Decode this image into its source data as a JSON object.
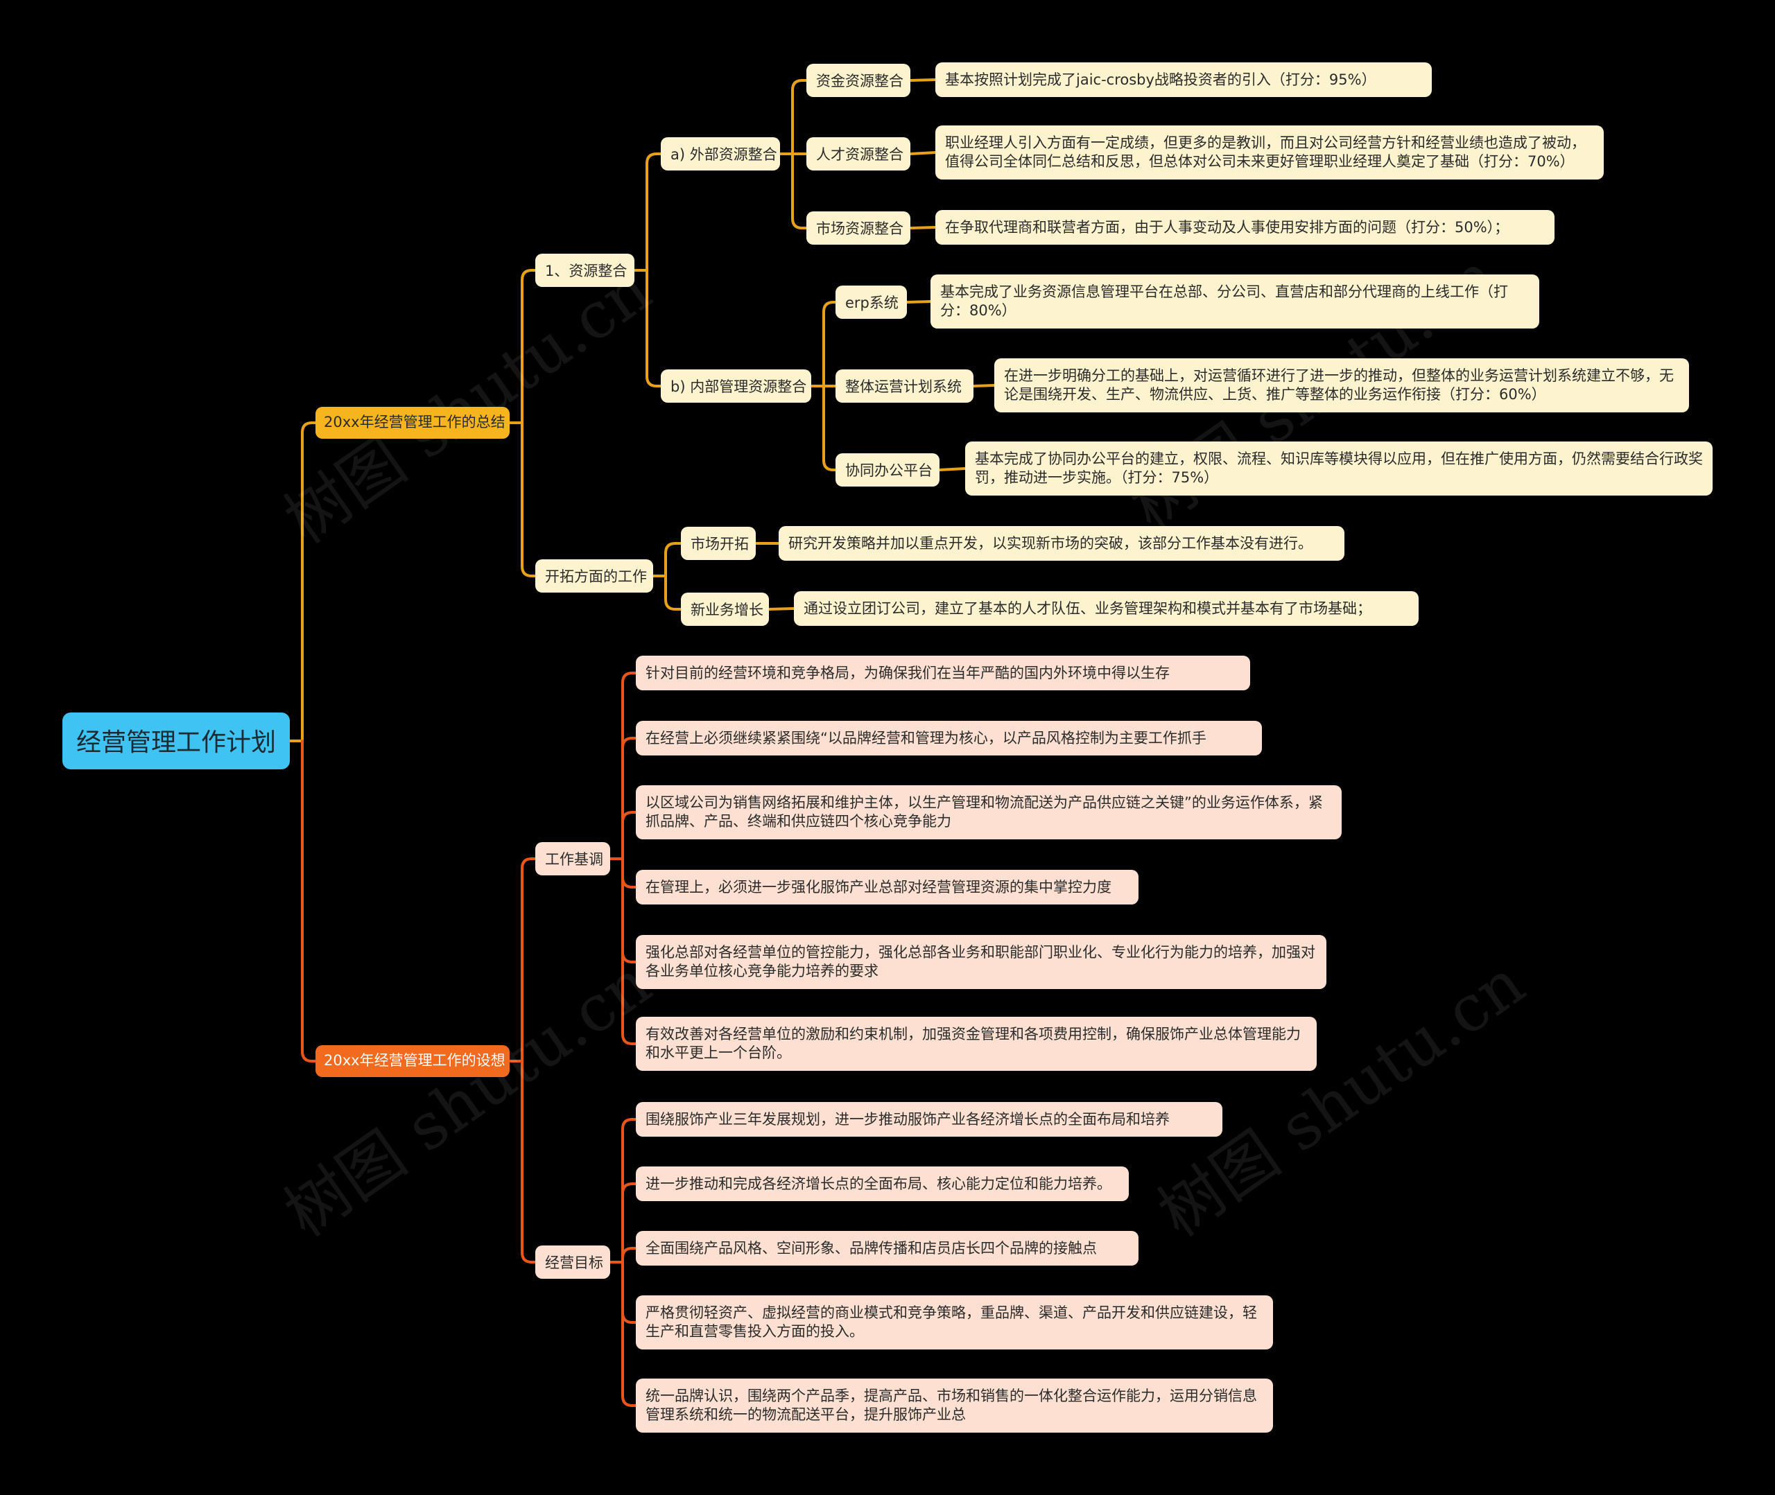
{
  "title": "经营管理工作计划",
  "colors": {
    "background": "#000000",
    "root": "#3fc3f2",
    "branch_summary": "#f6b51e",
    "branch_plan": "#f26a1e",
    "leaf_summary": "#fdf3cf",
    "leaf_plan": "#fde0d1",
    "line_summary": "#e8a21a",
    "line_plan": "#e8561c"
  },
  "watermark": "树图 shutu.cn",
  "branches": {
    "summary": {
      "label": "20xx年经营管理工作的总结",
      "resource": {
        "label": "1、资源整合",
        "external": {
          "label": "a) 外部资源整合",
          "capital": {
            "label": "资金资源整合",
            "detail": "基本按照计划完成了jaic-crosby战略投资者的引入（打分：95%）"
          },
          "talent": {
            "label": "人才资源整合",
            "detail": "职业经理人引入方面有一定成绩，但更多的是教训，而且对公司经营方针和经营业绩也造成了被动，值得公司全体同仁总结和反思，但总体对公司未来更好管理职业经理人奠定了基础（打分：70%）"
          },
          "market": {
            "label": "市场资源整合",
            "detail": "在争取代理商和联营者方面，由于人事变动及人事使用安排方面的问题（打分：50%）；"
          }
        },
        "internal": {
          "label": "b) 内部管理资源整合",
          "erp": {
            "label": "erp系统",
            "detail": "基本完成了业务资源信息管理平台在总部、分公司、直营店和部分代理商的上线工作（打分：80%）"
          },
          "ops": {
            "label": "整体运营计划系统",
            "detail": "在进一步明确分工的基础上，对运营循环进行了进一步的推动，但整体的业务运营计划系统建立不够，无论是围绕开发、生产、物流供应、上货、推广等整体的业务运作衔接（打分：60%）"
          },
          "office": {
            "label": "协同办公平台",
            "detail": "基本完成了协同办公平台的建立，权限、流程、知识库等模块得以应用，但在推广使用方面，仍然需要结合行政奖罚，推动进一步实施。（打分：75%）"
          }
        }
      },
      "expand": {
        "label": "开拓方面的工作",
        "market": {
          "label": "市场开拓",
          "detail": "研究开发策略并加以重点开发，以实现新市场的突破，该部分工作基本没有进行。"
        },
        "newbiz": {
          "label": "新业务增长",
          "detail": "通过设立团订公司，建立了基本的人才队伍、业务管理架构和模式并基本有了市场基础；"
        }
      }
    },
    "plan": {
      "label": "20xx年经营管理工作的设想",
      "tone": {
        "label": "工作基调",
        "items": [
          "针对目前的经营环境和竞争格局，为确保我们在当年严酷的国内外环境中得以生存",
          "在经营上必须继续紧紧围绕“以品牌经营和管理为核心，以产品风格控制为主要工作抓手",
          "以区域公司为销售网络拓展和维护主体，以生产管理和物流配送为产品供应链之关键”的业务运作体系，紧抓品牌、产品、终端和供应链四个核心竞争能力",
          "在管理上，必须进一步强化服饰产业总部对经营管理资源的集中掌控力度",
          "强化总部对各经营单位的管控能力，强化总部各业务和职能部门职业化、专业化行为能力的培养，加强对各业务单位核心竞争能力培养的要求",
          "有效改善对各经营单位的激励和约束机制，加强资金管理和各项费用控制，确保服饰产业总体管理能力和水平更上一个台阶。"
        ]
      },
      "goals": {
        "label": "经营目标",
        "items": [
          "围绕服饰产业三年发展规划，进一步推动服饰产业各经济增长点的全面布局和培养",
          "进一步推动和完成各经济增长点的全面布局、核心能力定位和能力培养。",
          "全面围绕产品风格、空间形象、品牌传播和店员店长四个品牌的接触点",
          "严格贯彻轻资产、虚拟经营的商业模式和竞争策略，重品牌、渠道、产品开发和供应链建设，轻生产和直营零售投入方面的投入。",
          "统一品牌认识，围绕两个产品季，提高产品、市场和销售的一体化整合运作能力，运用分销信息管理系统和统一的物流配送平台，提升服饰产业总"
        ]
      }
    }
  }
}
